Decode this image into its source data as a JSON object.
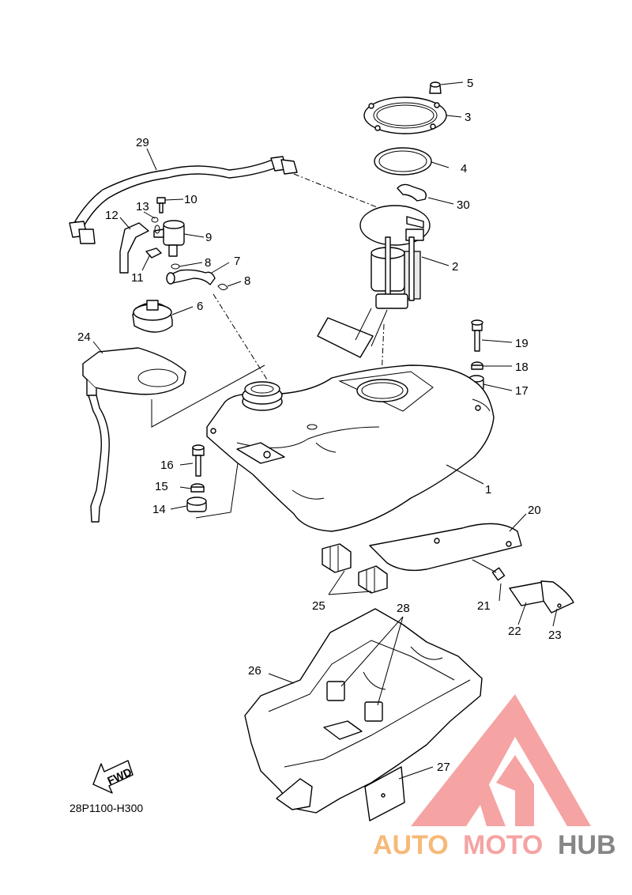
{
  "diagram": {
    "part_code": "28P1100-H300",
    "direction_label": "FWD",
    "callouts": [
      "1",
      "2",
      "3",
      "4",
      "5",
      "6",
      "7",
      "8",
      "8",
      "9",
      "10",
      "11",
      "12",
      "13",
      "14",
      "15",
      "16",
      "17",
      "18",
      "19",
      "20",
      "21",
      "22",
      "23",
      "24",
      "25",
      "26",
      "27",
      "28",
      "29",
      "30"
    ]
  },
  "watermark": {
    "text_a": "AUTO",
    "text_b": "MOTO",
    "text_c": "HUB",
    "colors": {
      "auto": "#f7b26a",
      "moto": "#f59a9a",
      "hub": "#7a7a7a",
      "logo": "#f59a9a"
    }
  }
}
